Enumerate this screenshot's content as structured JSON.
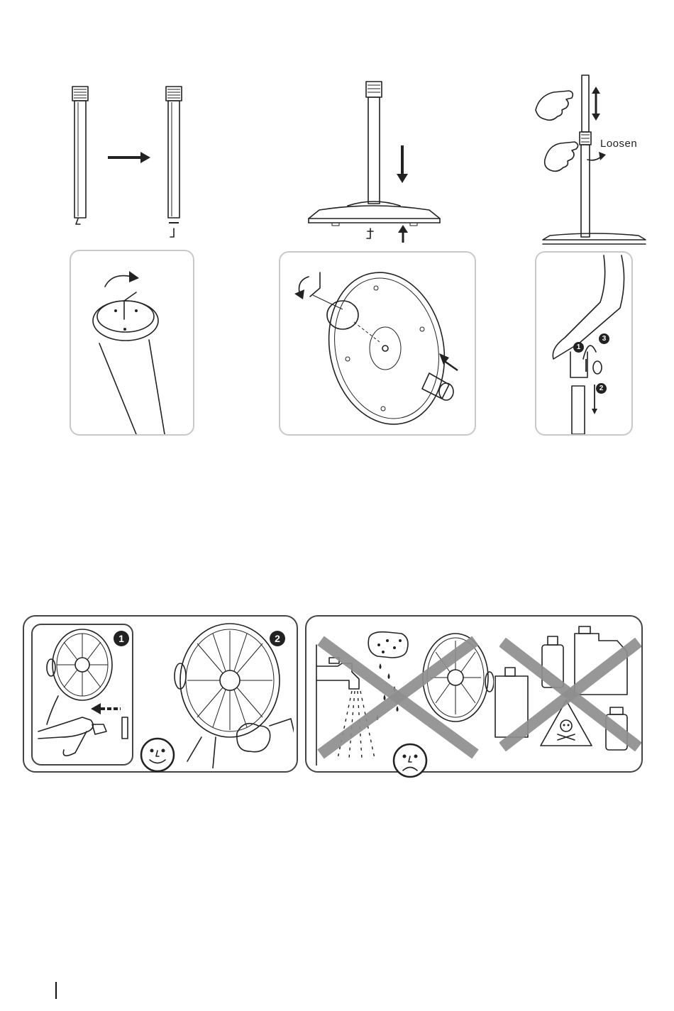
{
  "assembly": {
    "loosen_label": "Loosen"
  },
  "cleaning": {
    "step_1": "1",
    "step_2": "2",
    "detail_steps": [
      "1",
      "2",
      "3"
    ]
  }
}
